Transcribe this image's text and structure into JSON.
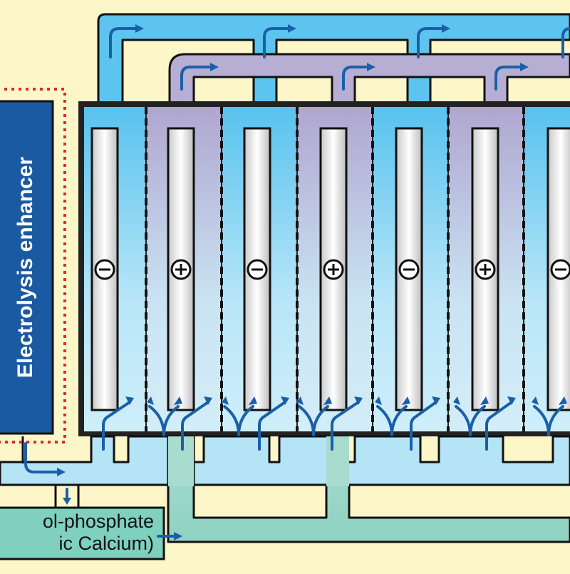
{
  "enhancer": {
    "label": "Electrolysis enhancer"
  },
  "additive_box": {
    "line1": "ol-phosphate",
    "line2": "ic Calcium)"
  },
  "electrodes": [
    {
      "polarity": "−",
      "chamber": "blue"
    },
    {
      "polarity": "+",
      "chamber": "purple"
    },
    {
      "polarity": "−",
      "chamber": "blue"
    },
    {
      "polarity": "+",
      "chamber": "purple"
    },
    {
      "polarity": "−",
      "chamber": "blue"
    },
    {
      "polarity": "+",
      "chamber": "purple"
    },
    {
      "polarity": "−",
      "chamber": "blue"
    }
  ],
  "colors": {
    "background": "#fdf6c8",
    "blue_water": "#5cc4ee",
    "purple_water": "#b7aed4",
    "enhancer": "#1a5aa3",
    "additive": "#7fd0bf",
    "arrow": "#1a5fa8",
    "dashed_border": "#e0282c"
  }
}
